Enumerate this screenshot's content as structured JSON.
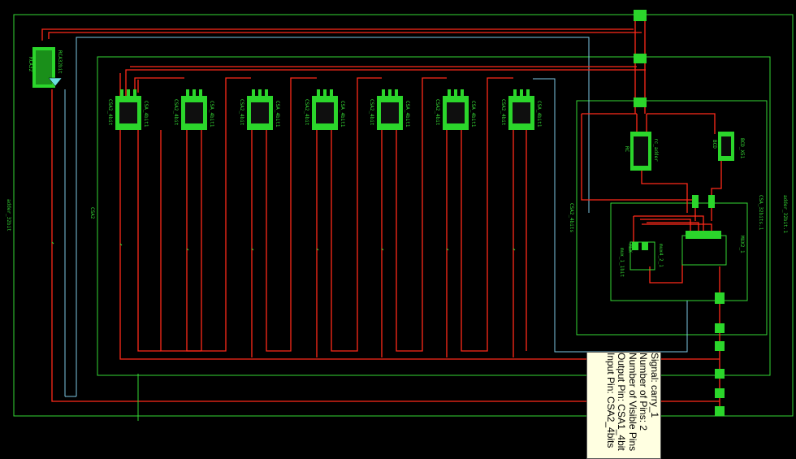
{
  "schematic": {
    "modules": {
      "outer": "adder_32bit",
      "outer_right": "adder_32bit.1",
      "csa_block": "CSA2",
      "csa_right": "CSA_32bits.1",
      "csa_bottom": "CSA2_4bits",
      "rca_name": "RCA32",
      "rca_inst": "RCA32bit",
      "mux_block": "MUX",
      "mux_inst": "MUX2_1",
      "mux_inst_label": "mux4_2_1",
      "mux_left": "mux_1_1bit",
      "bcd_inst": "BCD_X51",
      "bcd_label": "BCD",
      "adder_inst": "rc_adder",
      "adder_label": "RC",
      "csa_units": [
        {
          "top": "CSA_4bit1",
          "side": "CSA2_4bit"
        },
        {
          "top": "CSA_4bit1",
          "side": "CSA2_4bit"
        },
        {
          "top": "CSA_4bit1",
          "side": "CSA2_4bit"
        },
        {
          "top": "CSA_4bit1",
          "side": "CSA2_4bit"
        },
        {
          "top": "CSA_4bit1",
          "side": "CSA2_4bit"
        },
        {
          "top": "CSA_4bit1",
          "side": "CSA2_4bit"
        },
        {
          "top": "CSA_4bit1",
          "side": "CSA2_4bit"
        }
      ]
    },
    "colors": {
      "background": "#000000",
      "module_border": "#35d835",
      "wire_highlight": "#ff2a1a",
      "wire_selected": "#7ec8e3",
      "instance_fill": "#2bd62b",
      "tooltip_bg": "#ffffe1"
    }
  },
  "tooltip": {
    "lines": [
      "Signal: carry_1",
      "Number of Pins: 2",
      "Number of Visible Pins",
      "Output Pin: CSA1_4bit",
      "Input Pin: CSA2_4bits"
    ]
  }
}
